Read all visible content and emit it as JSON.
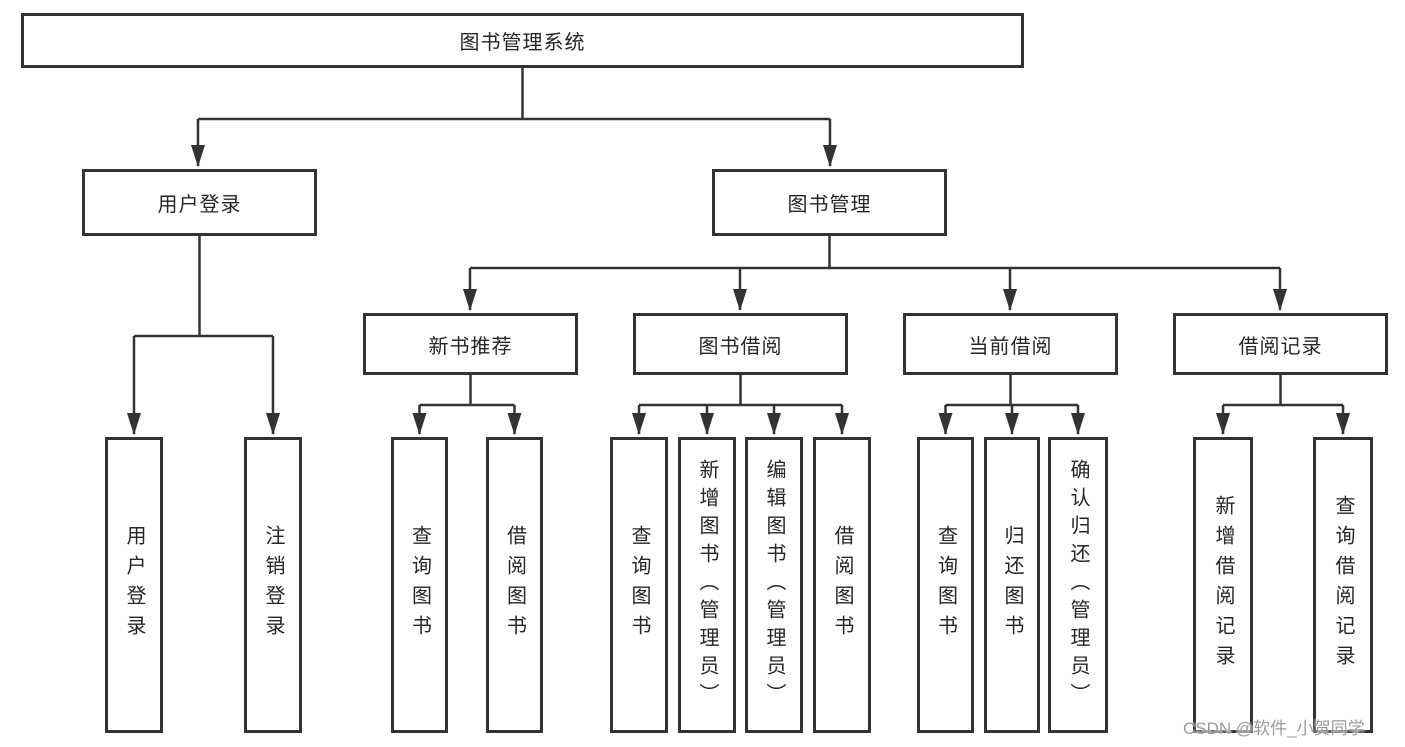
{
  "diagram": {
    "root": {
      "label": "图书管理系统"
    },
    "level2": [
      {
        "label": "用户登录"
      },
      {
        "label": "图书管理"
      }
    ],
    "level3": [
      {
        "label": "新书推荐"
      },
      {
        "label": "图书借阅"
      },
      {
        "label": "当前借阅"
      },
      {
        "label": "借阅记录"
      }
    ],
    "leaves": {
      "user_login": [
        {
          "label": "用户登录"
        },
        {
          "label": "注销登录"
        }
      ],
      "new_book": [
        {
          "label": "查询图书"
        },
        {
          "label": "借阅图书"
        }
      ],
      "borrow": [
        {
          "label": "查询图书"
        },
        {
          "label": "新增图书（管理员）"
        },
        {
          "label": "编辑图书（管理员）"
        },
        {
          "label": "借阅图书"
        }
      ],
      "current": [
        {
          "label": "查询图书"
        },
        {
          "label": "归还图书"
        },
        {
          "label": "确认归还（管理员）"
        }
      ],
      "records": [
        {
          "label": "新增借阅记录"
        },
        {
          "label": "查询借阅记录"
        }
      ]
    },
    "watermark": "CSDN @软件_小贺同学",
    "colors": {
      "line": "#333333",
      "text": "#262626",
      "watermark": "#9b9b9b",
      "background": "#ffffff"
    }
  }
}
